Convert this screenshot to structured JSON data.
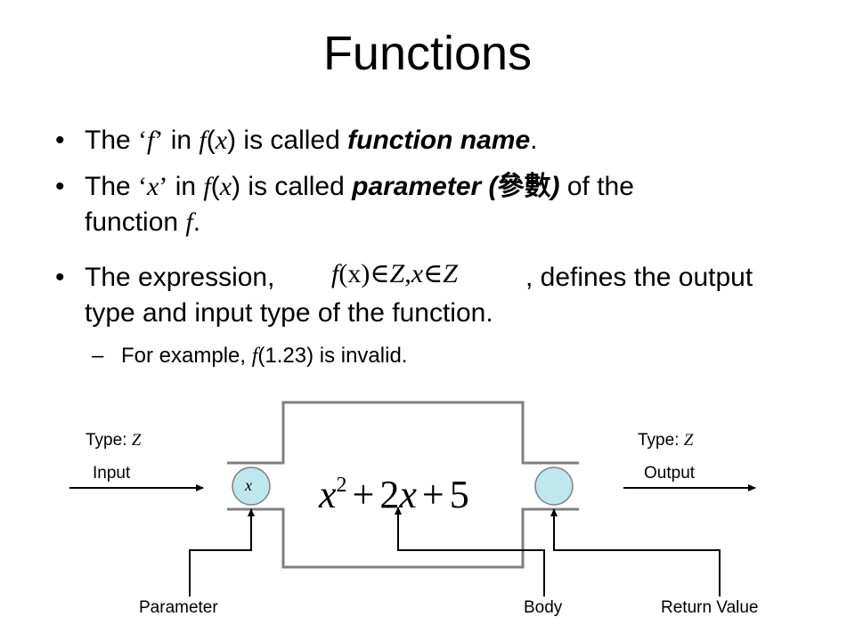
{
  "slide": {
    "title": "Functions",
    "bullet_char": "•",
    "dash_char": "–"
  },
  "bullets": {
    "b1": {
      "p1": "The ",
      "p2": "‘",
      "p3": "f",
      "p4": "’",
      "p5": " in ",
      "p6": "f",
      "p7": "(",
      "p8": "x",
      "p9": ")",
      "p10": " is called ",
      "p11": "function name",
      "p12": "."
    },
    "b2": {
      "p1": "The ",
      "p2": "‘",
      "p3": "x",
      "p4": "’",
      "p5": " in ",
      "p6": "f",
      "p7": "(",
      "p8": "x",
      "p9": ")",
      "p10": " is called ",
      "p11": "parameter (",
      "p12": "參數",
      "p13": ")",
      "p14": " of the",
      "p15": "function ",
      "p16": "f",
      "p17": "."
    },
    "b3": {
      "p1": "The expression,",
      "p2": ", defines the output",
      "p3": "type and input type of the function.",
      "formula": {
        "f": "f",
        "arg": "(x)",
        "in": "∈",
        "set1": "Z",
        "comma": ",",
        "x": "x",
        "in2": "∈",
        "set2": "Z"
      }
    },
    "sub": {
      "p1": "For example, ",
      "p2": "f",
      "p3": "(1.23) is invalid."
    }
  },
  "diagram": {
    "input_type_prefix": "Type: ",
    "input_type_set": "Z",
    "output_type_prefix": "Type: ",
    "output_type_set": "Z",
    "input_label": "Input",
    "output_label": "Output",
    "param_symbol": "x",
    "body_expr": {
      "x": "x",
      "exp": "2",
      "plus1": "+",
      "coef": "2",
      "x2": "x",
      "plus2": "+",
      "const": "5"
    },
    "label_parameter": "Parameter",
    "label_body": "Body",
    "label_return": "Return Value",
    "colors": {
      "box_stroke": "#808080",
      "return_fill": "#bfe7ee",
      "param_fill": "#bfe7ee"
    }
  }
}
